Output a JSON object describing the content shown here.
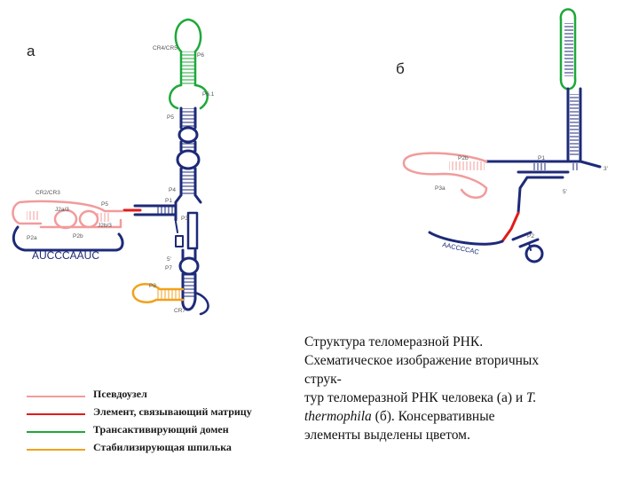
{
  "panel_a": {
    "letter": "а",
    "labels": {
      "cr4cr5": "CR4/CR5",
      "p6": "P6",
      "p61": "P6.1",
      "p5_top": "P5",
      "p4": "P4",
      "cr2cr3": "CR2/CR3",
      "j2a3": "J2a/3",
      "j2b3": "J2b/3",
      "p5_left": "P5",
      "p1": "P1",
      "p2a": "P2a",
      "p2b": "P2b",
      "p3": "P3",
      "template": "AUCCCAAUC",
      "five_prime": "5'",
      "p7": "P7",
      "p8": "P8",
      "cr7": "CR7"
    }
  },
  "panel_b": {
    "letter": "б",
    "labels": {
      "p2b": "P2b",
      "p1": "P1",
      "three_prime": "3'",
      "p3a": "P3a",
      "five_prime": "5'",
      "template": "AACCCCAC",
      "p2": "P2"
    }
  },
  "legend": {
    "items": [
      {
        "label": "Псевдоузел",
        "color": "#f29b9b"
      },
      {
        "label": "Элемент, связывающий матрицу",
        "color": "#e01b1b"
      },
      {
        "label": "Трансактивирующий домен",
        "color": "#1ea83a"
      },
      {
        "label": "Стабилизирующая шпилька",
        "color": "#f0a21c"
      }
    ]
  },
  "caption": {
    "line1": "Структура теломеразной РНК.",
    "line2": "Схематическое изображение вторичных",
    "line3": "струк-",
    "line4": "тур теломеразной РНК человека (а) и",
    "line4_italic": "T.",
    "line5_italic": "thermophila",
    "line5": "(б). Консервативные",
    "line6": "элементы выделены цветом."
  },
  "colors": {
    "backbone": "#1d2a78",
    "pseudoknot": "#f29b9b",
    "template": "#e01b1b",
    "cr4cr5": "#1ea83a",
    "stabilizing": "#f0a21c",
    "label": "#555555"
  }
}
